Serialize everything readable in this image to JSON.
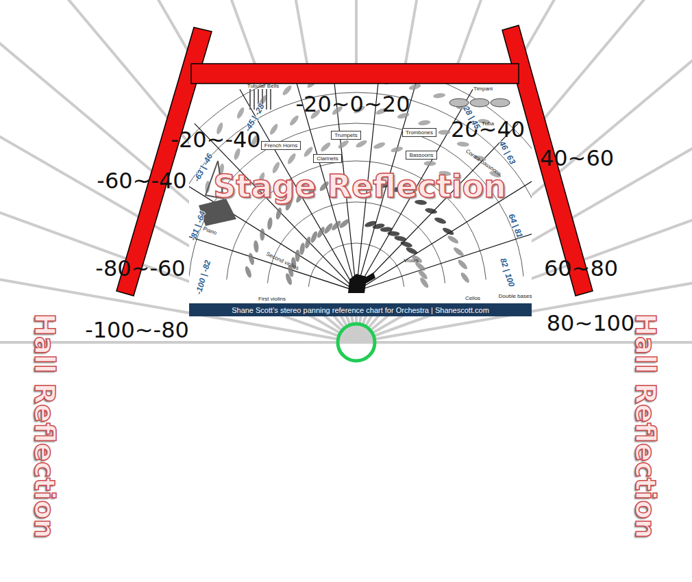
{
  "diagram": {
    "nodes": [
      {
        "text": [
          "Trombones"
        ]
      },
      {
        "text": [
          "Trumpets"
        ]
      },
      {
        "text": [
          "French Horns"
        ]
      },
      {
        "text": [
          "Bassoons"
        ]
      },
      {
        "text": [
          "Clarinets"
        ]
      },
      {
        "text": [
          "Shane Scott’s stereo panning reference chart for Orchestra | Shanescott.com"
        ]
      }
    ],
    "labels": [
      "Tubular Bells",
      "Timpani",
      "-20~0~20",
      "-20~-40",
      "20~40",
      "Tuba",
      "-45 | -28",
      "28 | 45",
      "40~60",
      "-60~-40",
      "-63 | -46",
      "46 | 63",
      "Contra-bassoons",
      "Stage Reflection",
      "Piano",
      "-81 | -64",
      "64 | 81",
      "Second violins",
      "Violas",
      "-80~-60",
      "60~80",
      "82 | 100",
      "-100 | -82",
      "First violins",
      "Cellos",
      "Double bases",
      "-100~-80",
      "80~100",
      "Hall Reflection",
      "Hall Reflection"
    ]
  }
}
